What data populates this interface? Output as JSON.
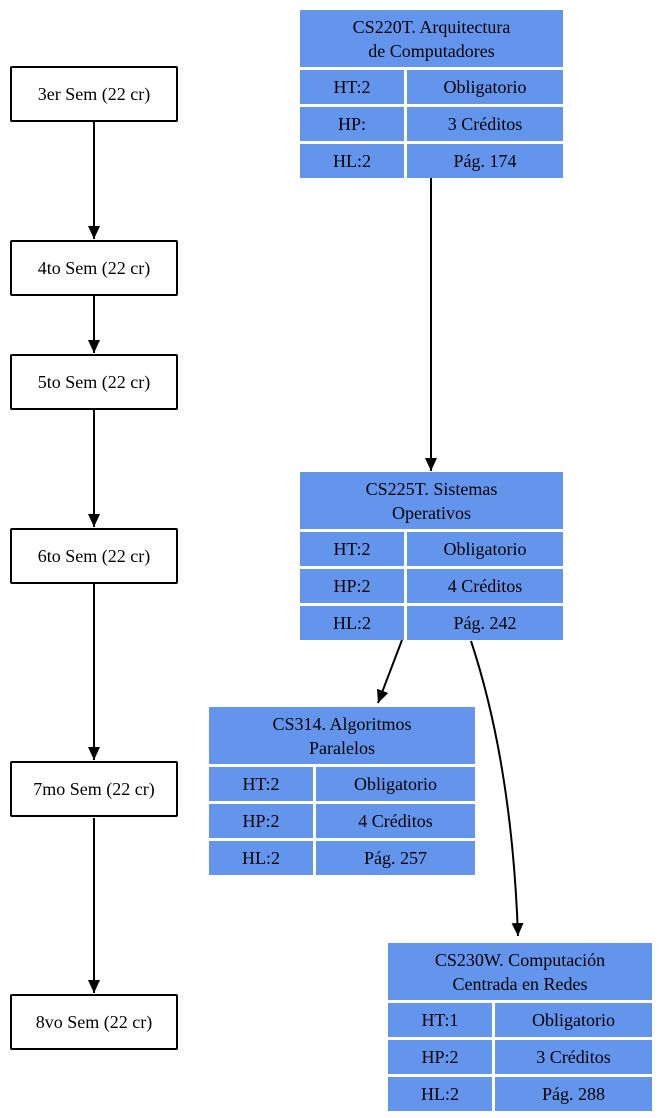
{
  "diagram": {
    "background_color": "#FFFFFF",
    "course_node_fill": "#6495ED",
    "semester_node_fill": "#FFFFFF",
    "text_color": "#000000",
    "edge_color": "#000000"
  },
  "semesters": [
    {
      "label": "3er Sem (22 cr)"
    },
    {
      "label": "4to Sem (22 cr)"
    },
    {
      "label": "5to Sem (22 cr)"
    },
    {
      "label": "6to Sem (22 cr)"
    },
    {
      "label": "7mo Sem (22 cr)"
    },
    {
      "label": "8vo Sem (22 cr)"
    }
  ],
  "courses": [
    {
      "title": "CS220T. Arquitectura\nde Computadores",
      "rows": [
        [
          "HT:2",
          "Obligatorio"
        ],
        [
          "HP:",
          "3 Créditos"
        ],
        [
          "HL:2",
          "Pág. 174"
        ]
      ]
    },
    {
      "title": "CS225T. Sistemas\nOperativos",
      "rows": [
        [
          "HT:2",
          "Obligatorio"
        ],
        [
          "HP:2",
          "4 Créditos"
        ],
        [
          "HL:2",
          "Pág. 242"
        ]
      ]
    },
    {
      "title": "CS314. Algoritmos\nParalelos",
      "rows": [
        [
          "HT:2",
          "Obligatorio"
        ],
        [
          "HP:2",
          "4 Créditos"
        ],
        [
          "HL:2",
          "Pág. 257"
        ]
      ]
    },
    {
      "title": "CS230W. Computación\nCentrada en Redes",
      "rows": [
        [
          "HT:1",
          "Obligatorio"
        ],
        [
          "HP:2",
          "3 Créditos"
        ],
        [
          "HL:2",
          "Pág. 288"
        ]
      ]
    }
  ],
  "edges": [
    {
      "from": "3er Sem (22 cr)",
      "to": "4to Sem (22 cr)"
    },
    {
      "from": "4to Sem (22 cr)",
      "to": "5to Sem (22 cr)"
    },
    {
      "from": "5to Sem (22 cr)",
      "to": "6to Sem (22 cr)"
    },
    {
      "from": "6to Sem (22 cr)",
      "to": "7mo Sem (22 cr)"
    },
    {
      "from": "7mo Sem (22 cr)",
      "to": "8vo Sem (22 cr)"
    },
    {
      "from": "CS220T",
      "to": "CS225T"
    },
    {
      "from": "CS225T",
      "to": "CS314"
    },
    {
      "from": "CS225T",
      "to": "CS230W"
    }
  ]
}
